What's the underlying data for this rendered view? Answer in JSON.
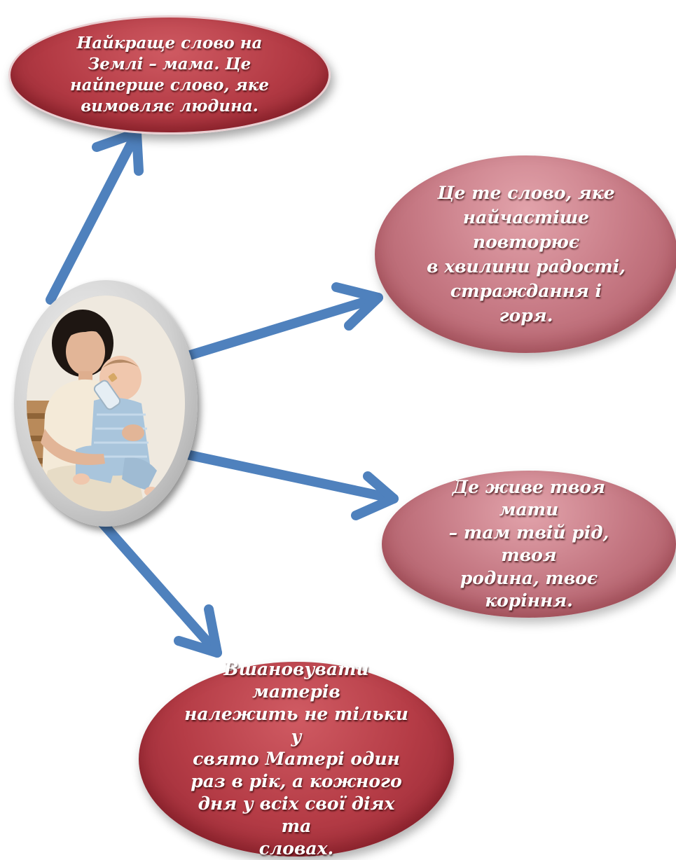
{
  "diagram": {
    "center_image": "mother-holding-baby-with-bottle",
    "nodes": [
      {
        "id": "1",
        "text": "Найкраще слово  на\nЗемлі – мама. Це\nнайперше слово, яке\nвимовляє людина."
      },
      {
        "id": "2",
        "text": "Це те слово, яке\nнайчастіше повторює\nв хвилини радості,\nстраждання і горя."
      },
      {
        "id": "3",
        "text": "Де живе твоя мати\n– там твій рід, твоя\nродина, твоє\nкоріння."
      },
      {
        "id": "4",
        "text": "Вшановувати матерів\nналежить не тільки у\nсвято Матері  один\nраз в рік, а кожного\nдня у всіх свої діях та\nсловах."
      }
    ],
    "colors": {
      "arrow": "#4f81bd",
      "bubble_dark": "#b33a44",
      "bubble_light": "#c77a85"
    }
  }
}
